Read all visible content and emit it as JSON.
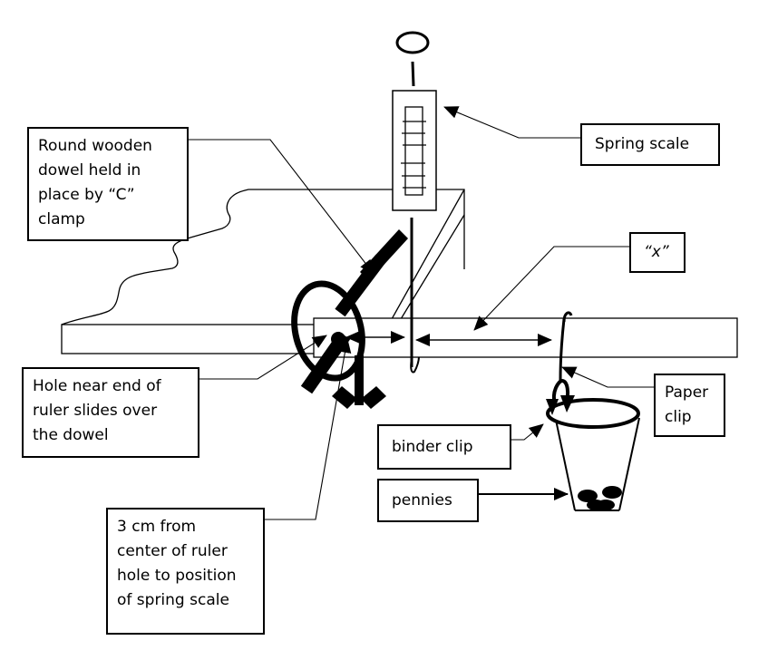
{
  "title": "Lever / torque apparatus with spring scale",
  "colors": {
    "ink": "#000000",
    "background": "#ffffff"
  },
  "labels": {
    "dowel": "Round wooden\ndowel held in\nplace by “C”\nclamp",
    "spring_scale": "Spring scale",
    "x": "“x”",
    "hole": "Hole near end of\nruler slides over\nthe dowel",
    "paper_clip": "Paper\nclip",
    "binder_clip": "binder clip",
    "pennies": "pennies",
    "three_cm": "3 cm from\ncenter of ruler\nhole to position\nof spring scale"
  },
  "components": [
    "spring-scale",
    "table",
    "ruler",
    "dowel",
    "c-clamp",
    "paper-clip",
    "binder-clip",
    "cup",
    "pennies"
  ]
}
